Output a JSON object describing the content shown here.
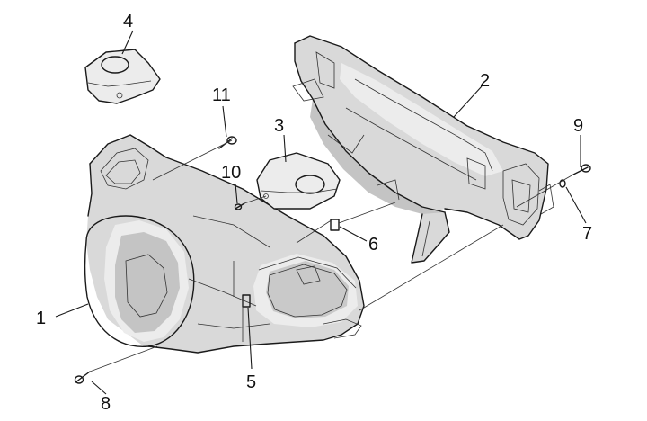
{
  "parts": [
    {
      "id": "part-1",
      "label": "1"
    },
    {
      "id": "part-2",
      "label": "2"
    },
    {
      "id": "part-3",
      "label": "3"
    },
    {
      "id": "part-4",
      "label": "4"
    },
    {
      "id": "part-5",
      "label": "5"
    },
    {
      "id": "part-6",
      "label": "6"
    },
    {
      "id": "part-7",
      "label": "7"
    },
    {
      "id": "part-8",
      "label": "8"
    },
    {
      "id": "part-9",
      "label": "9"
    },
    {
      "id": "part-10",
      "label": "10"
    },
    {
      "id": "part-11",
      "label": "11"
    }
  ],
  "colors": {
    "line": "#1a1a1a",
    "shade_light": "#ececec",
    "shade_mid": "#d9d9d9",
    "shade_dark": "#c4c4c4"
  }
}
